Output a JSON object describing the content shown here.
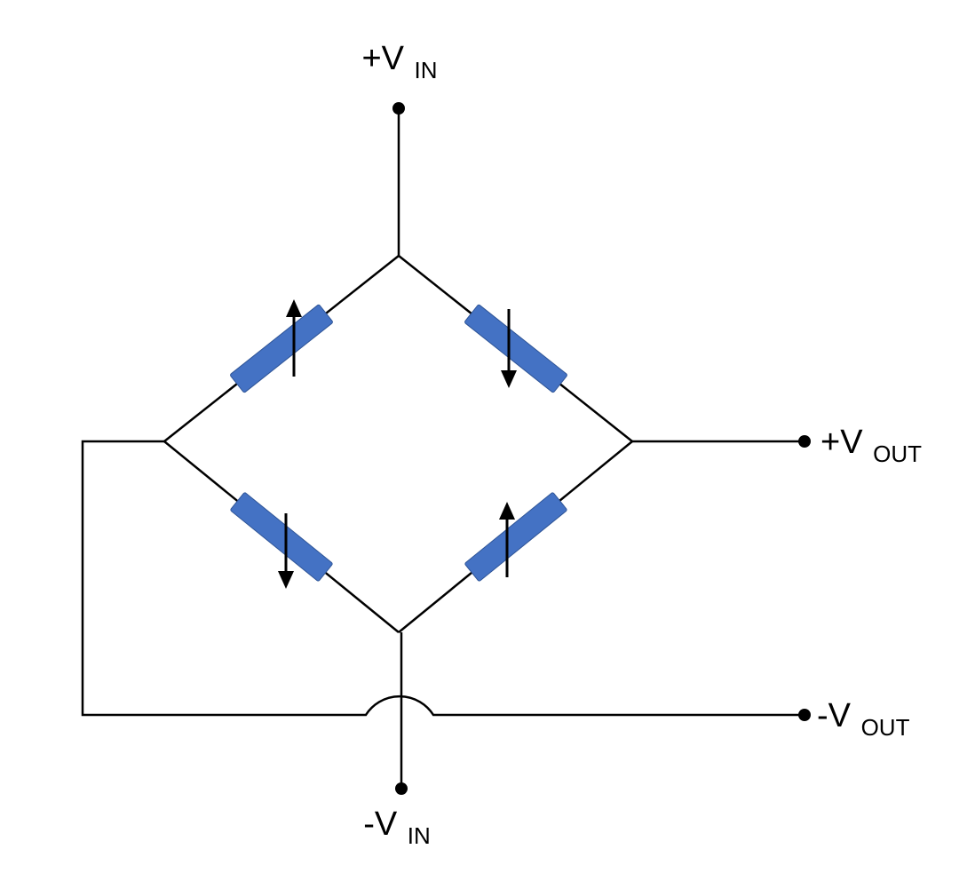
{
  "diagram": {
    "type": "wheatstone-bridge-strain-gauge-circuit",
    "terminals": {
      "vin_pos": {
        "text": "+V",
        "sub": "IN"
      },
      "vin_neg": {
        "text": "-V",
        "sub": "IN"
      },
      "vout_pos": {
        "text": "+V",
        "sub": "OUT"
      },
      "vout_neg": {
        "text": "-V",
        "sub": "OUT"
      }
    },
    "gauges": [
      {
        "position": "upper-left",
        "arrow": "up"
      },
      {
        "position": "upper-right",
        "arrow": "down"
      },
      {
        "position": "lower-left",
        "arrow": "down"
      },
      {
        "position": "lower-right",
        "arrow": "up"
      }
    ],
    "colors": {
      "gauge": "#4472C4",
      "gauge_edge": "#2F5597",
      "wire": "#000000",
      "background": "#FFFFFF"
    }
  }
}
